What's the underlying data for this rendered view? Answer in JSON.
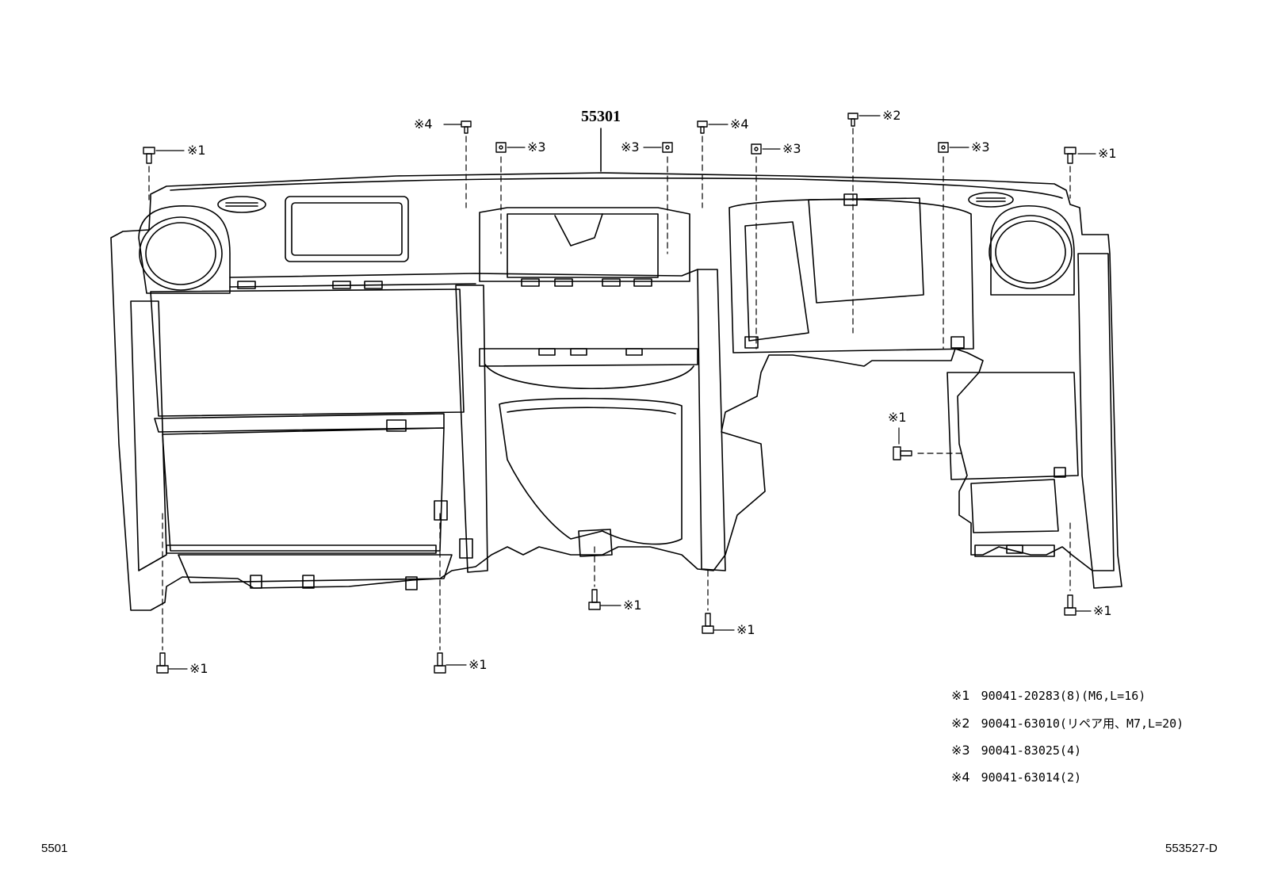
{
  "main_part_number": "55301",
  "fastener_mark": "※1",
  "callouts": {
    "c1_left_top": "※1",
    "c4_left": "※4",
    "c3_a": "※3",
    "c3_b": "※3",
    "c4_right": "※4",
    "c3_c": "※3",
    "c2": "※2",
    "c3_d": "※3",
    "c1_right_top": "※1",
    "c1_mid_right": "※1",
    "c1_bottom_center": "※1",
    "c1_bottom_center2": "※1",
    "c1_bottom_right": "※1",
    "c1_bottom_left": "※1",
    "c1_bottom_left2": "※1"
  },
  "legend": [
    {
      "mark": "※1",
      "text": "90041-20283(8)(M6,L=16)"
    },
    {
      "mark": "※2",
      "text": "90041-63010(リペア用、M7,L=20)"
    },
    {
      "mark": "※3",
      "text": "90041-83025(4)"
    },
    {
      "mark": "※4",
      "text": "90041-63014(2)"
    }
  ],
  "footer": {
    "left_code": "5501",
    "right_code": "553527-D"
  }
}
